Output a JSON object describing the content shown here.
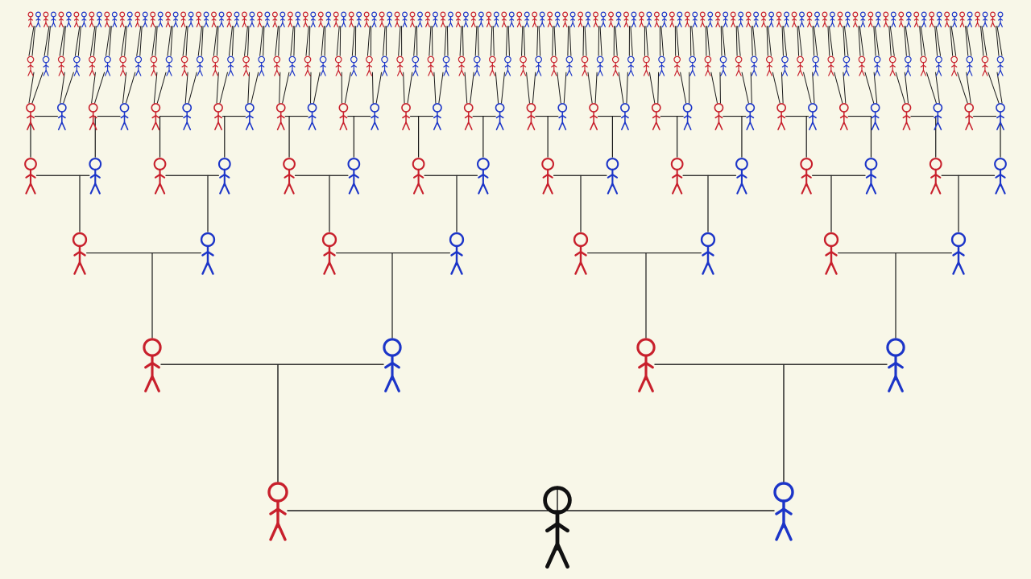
{
  "diagram": {
    "type": "ancestry-tree",
    "subject": "self",
    "generations": 7,
    "colors": {
      "background": "#f8f7e8",
      "line": "#1a1a1a",
      "self": "#111111",
      "female": "#c8202c",
      "male": "#1c35c8"
    },
    "legend": {
      "female_ancestor_color": "red",
      "male_ancestor_color": "blue"
    }
  }
}
